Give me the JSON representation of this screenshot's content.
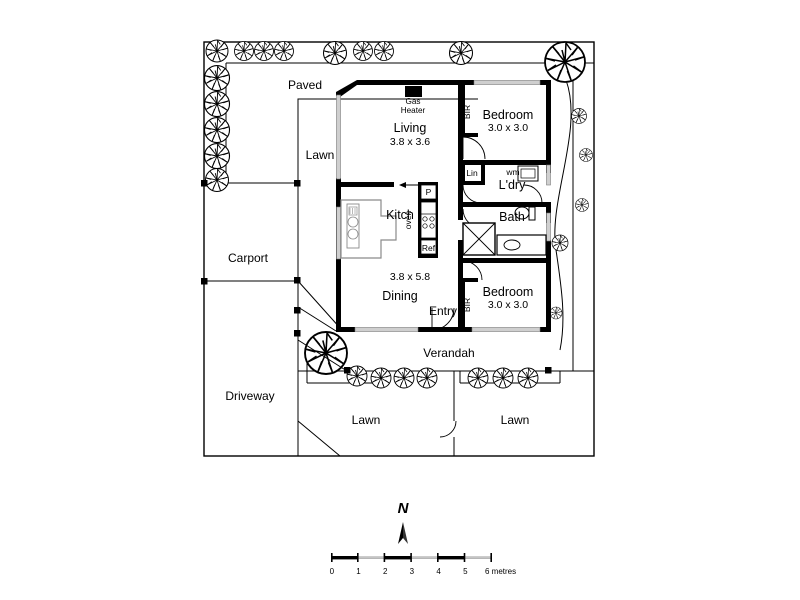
{
  "plan": {
    "type": "real-estate-floor-plan",
    "background_color": "#ffffff",
    "line_color": "#000000",
    "wall_color": "#000000",
    "window_color": "#cccccc",
    "boundary_label": "",
    "rooms": [
      {
        "id": "living",
        "name": "Living",
        "dimensions": "3.8 x 3.6"
      },
      {
        "id": "bedroom1",
        "name": "Bedroom",
        "dimensions": "3.0 x 3.0"
      },
      {
        "id": "bedroom2",
        "name": "Bedroom",
        "dimensions": "3.0 x 3.0"
      },
      {
        "id": "dining",
        "name": "Dining",
        "dimensions": "3.8 x 5.8"
      },
      {
        "id": "kitchen",
        "name": "Kitch",
        "dimensions": ""
      },
      {
        "id": "bath",
        "name": "Bath",
        "dimensions": ""
      },
      {
        "id": "laundry",
        "name": "L'dry",
        "dimensions": ""
      },
      {
        "id": "entry",
        "name": "Entry",
        "dimensions": ""
      }
    ],
    "fixtures": [
      {
        "id": "gas-heater",
        "label_line1": "Gas",
        "label_line2": "Heater"
      },
      {
        "id": "bir-top",
        "label": "BIR"
      },
      {
        "id": "bir-bottom",
        "label": "BIR"
      },
      {
        "id": "linen",
        "label": "Lin"
      },
      {
        "id": "washing-machine",
        "label": "wm"
      },
      {
        "id": "pantry",
        "label": "P"
      },
      {
        "id": "oven",
        "label": "oven"
      },
      {
        "id": "fridge",
        "label": "Ref"
      }
    ],
    "outdoor_areas": [
      {
        "id": "paved",
        "label": "Paved"
      },
      {
        "id": "lawn-upper",
        "label": "Lawn"
      },
      {
        "id": "carport",
        "label": "Carport"
      },
      {
        "id": "driveway",
        "label": "Driveway"
      },
      {
        "id": "verandah",
        "label": "Verandah"
      },
      {
        "id": "lawn-lower-left",
        "label": "Lawn"
      },
      {
        "id": "lawn-lower-right",
        "label": "Lawn"
      }
    ],
    "compass": {
      "label": "N",
      "icon": "north-arrow-icon"
    },
    "scale_bar": {
      "ticks": [
        "0",
        "1",
        "2",
        "3",
        "4",
        "5",
        "6"
      ],
      "unit_label": "metres",
      "unit_suffix_text": "6 metres",
      "segments": [
        "black",
        "grey",
        "black",
        "grey",
        "black",
        "grey"
      ],
      "min": 0,
      "max": 6
    }
  }
}
